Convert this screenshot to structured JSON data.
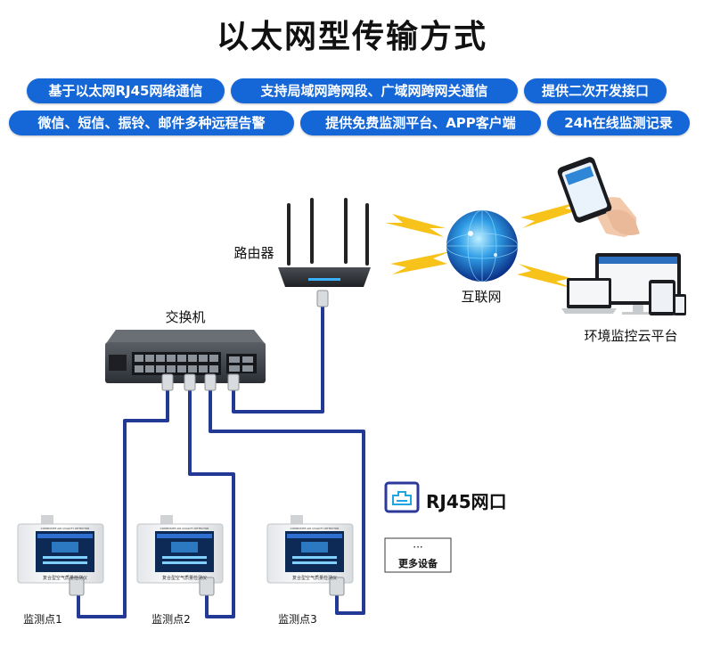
{
  "title": "以太网型传输方式",
  "features": [
    "基于以太网RJ45网络通信",
    "支持局域网跨网段、广域网跨网关通信",
    "提供二次开发接口",
    "微信、短信、振铃、邮件多种远程告警",
    "提供免费监测平台、APP客户端",
    "24h在线监测记录"
  ],
  "nodes": {
    "router": "路由器",
    "switch": "交换机",
    "internet": "互联网",
    "cloud_platform": "环境监控云平台",
    "port": "RJ45网口",
    "more_devices_dots": "···",
    "more_devices": "更多设备",
    "points": [
      "监测点1",
      "监测点2",
      "监测点3"
    ]
  },
  "device_screen": {
    "header": "COMPOSITE AIR QUALITY DETECTOR",
    "model_label": "复合型空气质量检测仪"
  },
  "colors": {
    "pill": "#1567d8",
    "cable": "#223a96",
    "lightning": "#f7c21a"
  }
}
